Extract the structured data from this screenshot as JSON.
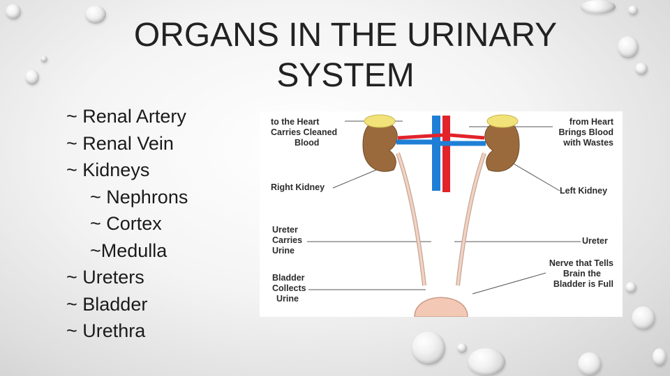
{
  "slide": {
    "title_line1": "ORGANS IN THE URINARY",
    "title_line2": "SYSTEM",
    "bullets": [
      {
        "text": "~ Renal Artery",
        "level": 1
      },
      {
        "text": "~ Renal Vein",
        "level": 1
      },
      {
        "text": "~ Kidneys",
        "level": 1
      },
      {
        "text": "~ Nephrons",
        "level": 2
      },
      {
        "text": "~ Cortex",
        "level": 2
      },
      {
        "text": "~Medulla",
        "level": 2
      },
      {
        "text": "~ Ureters",
        "level": 1
      },
      {
        "text": "~ Bladder",
        "level": 1
      },
      {
        "text": "~ Urethra",
        "level": 1
      }
    ]
  },
  "diagram": {
    "labels": {
      "to_heart": [
        "to the Heart",
        "Carries Cleaned",
        "Blood"
      ],
      "from_heart": [
        "from Heart",
        "Brings Blood",
        "with Wastes"
      ],
      "right_kidney": [
        "Right Kidney"
      ],
      "left_kidney": [
        "Left Kidney"
      ],
      "ureter_left": [
        "Ureter",
        "Carries",
        "Urine"
      ],
      "ureter_right": [
        "Ureter"
      ],
      "nerve": [
        "Nerve that Tells",
        "Brain the",
        "Bladder is Full"
      ],
      "bladder": [
        "Bladder",
        "Collects",
        "Urine"
      ]
    },
    "colors": {
      "kidney": "#9b6a3c",
      "adrenal": "#f2e27a",
      "artery": "#e2232a",
      "vein": "#1f7fd6",
      "ureter": "#e9c2b0",
      "bladder": "#f3c9b6"
    }
  }
}
